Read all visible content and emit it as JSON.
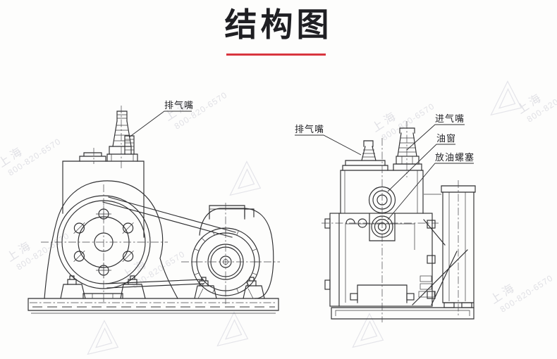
{
  "title": {
    "text": "结构图"
  },
  "theme": {
    "accent_red": "#d9353f",
    "line_color": "#2e2e30",
    "paper": "#fdfdfc",
    "watermark_color": "#b9b9c6"
  },
  "diagram": {
    "type": "technical-structure-drawing",
    "subject": "belt-driven vacuum pump, side view (left) and end view (right)",
    "labels": {
      "left_view": {
        "exhaust": "排气嘴"
      },
      "right_view": {
        "exhaust": "排气嘴",
        "intake": "进气嘴",
        "oil_window": "油窗",
        "oil_drain_plug": "放油螺塞"
      }
    }
  },
  "watermark": {
    "company": "上海",
    "phone": "800-820-6570"
  }
}
